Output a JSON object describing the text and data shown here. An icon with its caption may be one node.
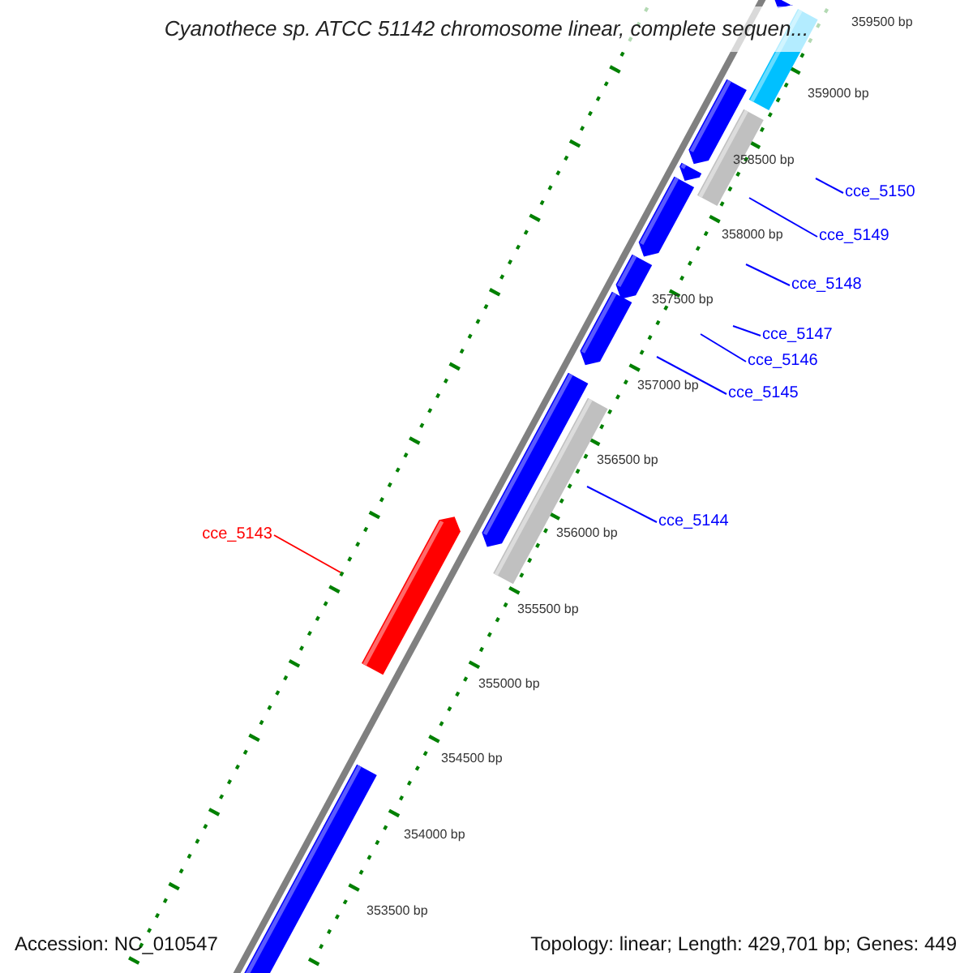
{
  "diagram": {
    "title": "Cyanothece sp. ATCC 51142 chromosome linear, complete sequen...",
    "nodes": [
      {
        "text": [
          "cce_5150"
        ]
      },
      {
        "text": [
          "cce_5149"
        ]
      },
      {
        "text": [
          "cce_5148"
        ]
      },
      {
        "text": [
          "cce_5147"
        ]
      },
      {
        "text": [
          "cce_5146"
        ]
      },
      {
        "text": [
          "cce_5145"
        ]
      },
      {
        "text": [
          "cce_5144"
        ]
      },
      {
        "text": [
          "cce_5143"
        ]
      }
    ],
    "edges": [
      {
        "from": 0,
        "to": null,
        "arrow": "none"
      },
      {
        "from": 1,
        "to": null,
        "arrow": "none"
      },
      {
        "from": 2,
        "to": null,
        "arrow": "none"
      },
      {
        "from": 3,
        "to": null,
        "arrow": "none"
      },
      {
        "from": 4,
        "to": null,
        "arrow": "none"
      },
      {
        "from": 5,
        "to": null,
        "arrow": "none"
      },
      {
        "from": 6,
        "to": null,
        "arrow": "none"
      },
      {
        "from": 7,
        "to": null,
        "arrow": "none",
        "color": "#ff0000"
      }
    ],
    "labels": [
      "359500 bp",
      "359000 bp",
      "358500 bp",
      "358000 bp",
      "357500 bp",
      "357000 bp",
      "356500 bp",
      "356000 bp",
      "355500 bp",
      "355000 bp",
      "354500 bp",
      "354000 bp",
      "353500 bp",
      "Accession: NC_010547",
      "Topology: linear; Length: 429,701 bp; Genes: 449"
    ]
  }
}
